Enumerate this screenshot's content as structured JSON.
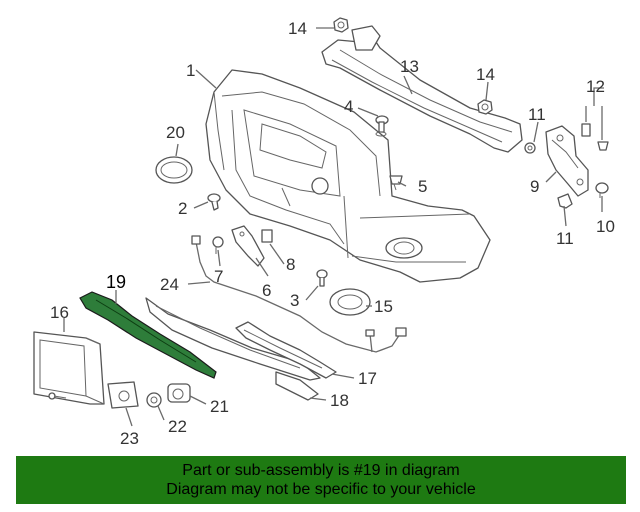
{
  "callouts": [
    {
      "id": "1",
      "label": "1"
    },
    {
      "id": "2",
      "label": "2"
    },
    {
      "id": "3",
      "label": "3"
    },
    {
      "id": "4",
      "label": "4"
    },
    {
      "id": "5",
      "label": "5"
    },
    {
      "id": "6",
      "label": "6"
    },
    {
      "id": "7",
      "label": "7"
    },
    {
      "id": "8",
      "label": "8"
    },
    {
      "id": "9",
      "label": "9"
    },
    {
      "id": "10",
      "label": "10"
    },
    {
      "id": "11a",
      "label": "11"
    },
    {
      "id": "11b",
      "label": "11"
    },
    {
      "id": "12",
      "label": "12"
    },
    {
      "id": "13",
      "label": "13"
    },
    {
      "id": "14a",
      "label": "14"
    },
    {
      "id": "14b",
      "label": "14"
    },
    {
      "id": "15",
      "label": "15"
    },
    {
      "id": "16",
      "label": "16"
    },
    {
      "id": "17",
      "label": "17"
    },
    {
      "id": "18",
      "label": "18"
    },
    {
      "id": "19",
      "label": "19"
    },
    {
      "id": "20",
      "label": "20"
    },
    {
      "id": "21",
      "label": "21"
    },
    {
      "id": "22",
      "label": "22"
    },
    {
      "id": "23",
      "label": "23"
    },
    {
      "id": "24",
      "label": "24"
    }
  ],
  "highlighted_part": "19",
  "banner": {
    "line1": "Part or sub-assembly is #19 in diagram",
    "line2": "Diagram may not be specific to your vehicle"
  },
  "colors": {
    "banner_bg": "#1e7a12",
    "highlight_part": "#2e7d3a"
  }
}
